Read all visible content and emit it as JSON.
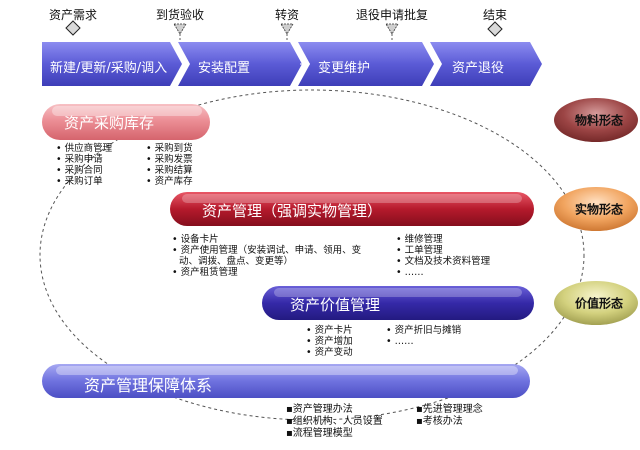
{
  "milestones": [
    {
      "label": "资产需求",
      "shape": "diamond"
    },
    {
      "label": "到货验收",
      "shape": "triangle"
    },
    {
      "label": "转资",
      "shape": "triangle"
    },
    {
      "label": "退役申请批复",
      "shape": "triangle"
    },
    {
      "label": "结束",
      "shape": "diamond"
    }
  ],
  "phases": [
    {
      "label": "新建/更新/采购/调入"
    },
    {
      "label": "安装配置"
    },
    {
      "label": "变更维护"
    },
    {
      "label": "资产退役"
    }
  ],
  "sections": {
    "procurement": {
      "title": "资产采购库存",
      "col1": [
        "供应商管理",
        "采购申请",
        "采购合同",
        "采购订单"
      ],
      "col2": [
        "采购到货",
        "采购发票",
        "采购结算",
        "资产库存"
      ]
    },
    "physical": {
      "title": "资产管理（强调实物管理）",
      "col1": [
        "设备卡片",
        "资产使用管理（安装调试、申请、领用、变",
        "动、调拨、盘点、变更等）",
        "资产租赁管理"
      ],
      "col2": [
        "维修管理",
        "工单管理",
        "文档及技术资料管理",
        "……"
      ]
    },
    "value": {
      "title": "资产价值管理",
      "col1": [
        "资产卡片",
        "资产增加",
        "资产变动"
      ],
      "col2": [
        "资产折旧与摊销",
        "……"
      ]
    },
    "assurance": {
      "title": "资产管理保障体系",
      "col1": [
        "资产管理办法",
        "组织机构、人员设置",
        "流程管理模型"
      ],
      "col2": [
        "先进管理理念",
        "考核办法"
      ]
    }
  },
  "forms": [
    {
      "label": "物料形态"
    },
    {
      "label": "实物形态"
    },
    {
      "label": "价值形态"
    }
  ],
  "colors": {
    "chevron": "#5b5bd6",
    "procurement_bar": "#ec8f96",
    "physical_bar": "#b51a2c",
    "value_bar": "#3529a8",
    "assurance_bar": "#6f72df",
    "form_material": "#8e3a3a",
    "form_physical": "#ee9a52",
    "form_value": "#c9c76e"
  }
}
